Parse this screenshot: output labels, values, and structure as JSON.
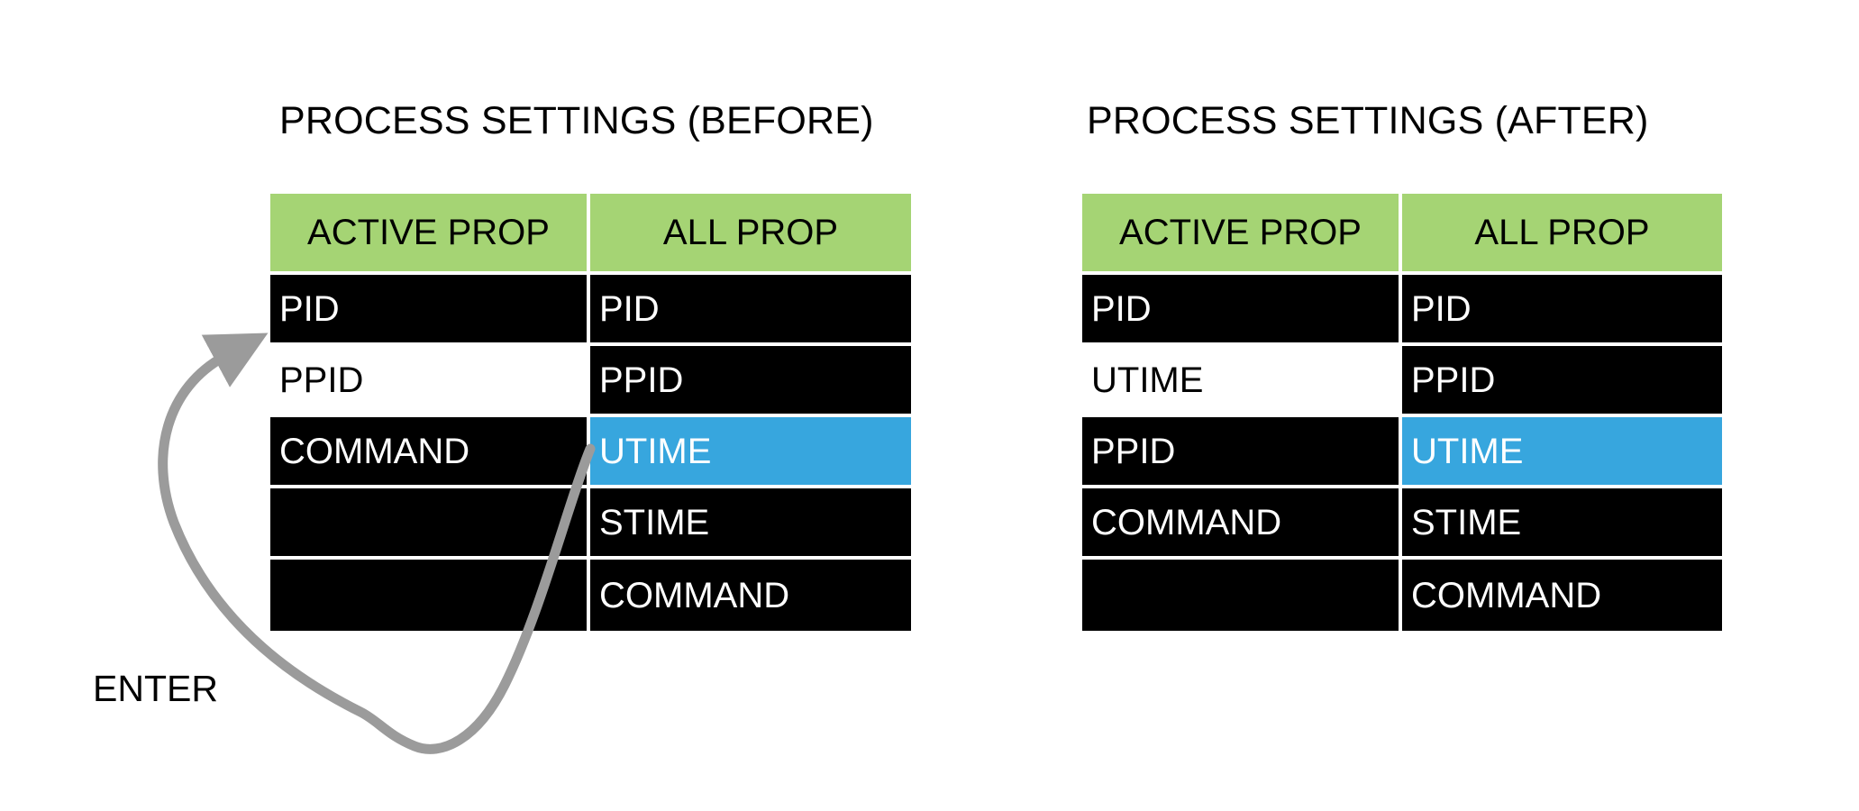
{
  "panels": [
    {
      "id": "before",
      "title": "PROCESS SETTINGS (BEFORE)",
      "columns": [
        {
          "header": "ACTIVE PROP"
        },
        {
          "header": "ALL PROP"
        }
      ],
      "rows": [
        {
          "active_prop": "PID",
          "active_state": "normal",
          "all_prop": "PID",
          "all_state": "normal"
        },
        {
          "active_prop": "PPID",
          "active_state": "selected",
          "all_prop": "PPID",
          "all_state": "normal"
        },
        {
          "active_prop": "COMMAND",
          "active_state": "normal",
          "all_prop": "UTIME",
          "all_state": "active"
        },
        {
          "active_prop": "",
          "active_state": "empty",
          "all_prop": "STIME",
          "all_state": "normal"
        },
        {
          "active_prop": "",
          "active_state": "empty",
          "all_prop": "COMMAND",
          "all_state": "normal"
        }
      ]
    },
    {
      "id": "after",
      "title": "PROCESS SETTINGS (AFTER)",
      "columns": [
        {
          "header": "ACTIVE PROP"
        },
        {
          "header": "ALL PROP"
        }
      ],
      "rows": [
        {
          "active_prop": "PID",
          "active_state": "normal",
          "all_prop": "PID",
          "all_state": "normal"
        },
        {
          "active_prop": "UTIME",
          "active_state": "selected",
          "all_prop": "PPID",
          "all_state": "normal"
        },
        {
          "active_prop": "PPID",
          "active_state": "normal",
          "all_prop": "UTIME",
          "all_state": "active"
        },
        {
          "active_prop": "COMMAND",
          "active_state": "normal",
          "all_prop": "STIME",
          "all_state": "normal"
        },
        {
          "active_prop": "",
          "active_state": "empty",
          "all_prop": "COMMAND",
          "all_state": "normal"
        }
      ]
    }
  ],
  "annotation": {
    "label": "ENTER",
    "arrow_icon": "curved-arrow-icon",
    "arrow_color": "#9b9b9b"
  },
  "colors": {
    "header_green": "#a5d474",
    "row_black": "#000000",
    "row_text": "#ffffff",
    "selected_bg": "#ffffff",
    "selected_text": "#000000",
    "active_blue": "#37a6de",
    "active_text": "#ffffff",
    "page_background": "#ffffff",
    "arrow_gray": "#9b9b9b"
  }
}
